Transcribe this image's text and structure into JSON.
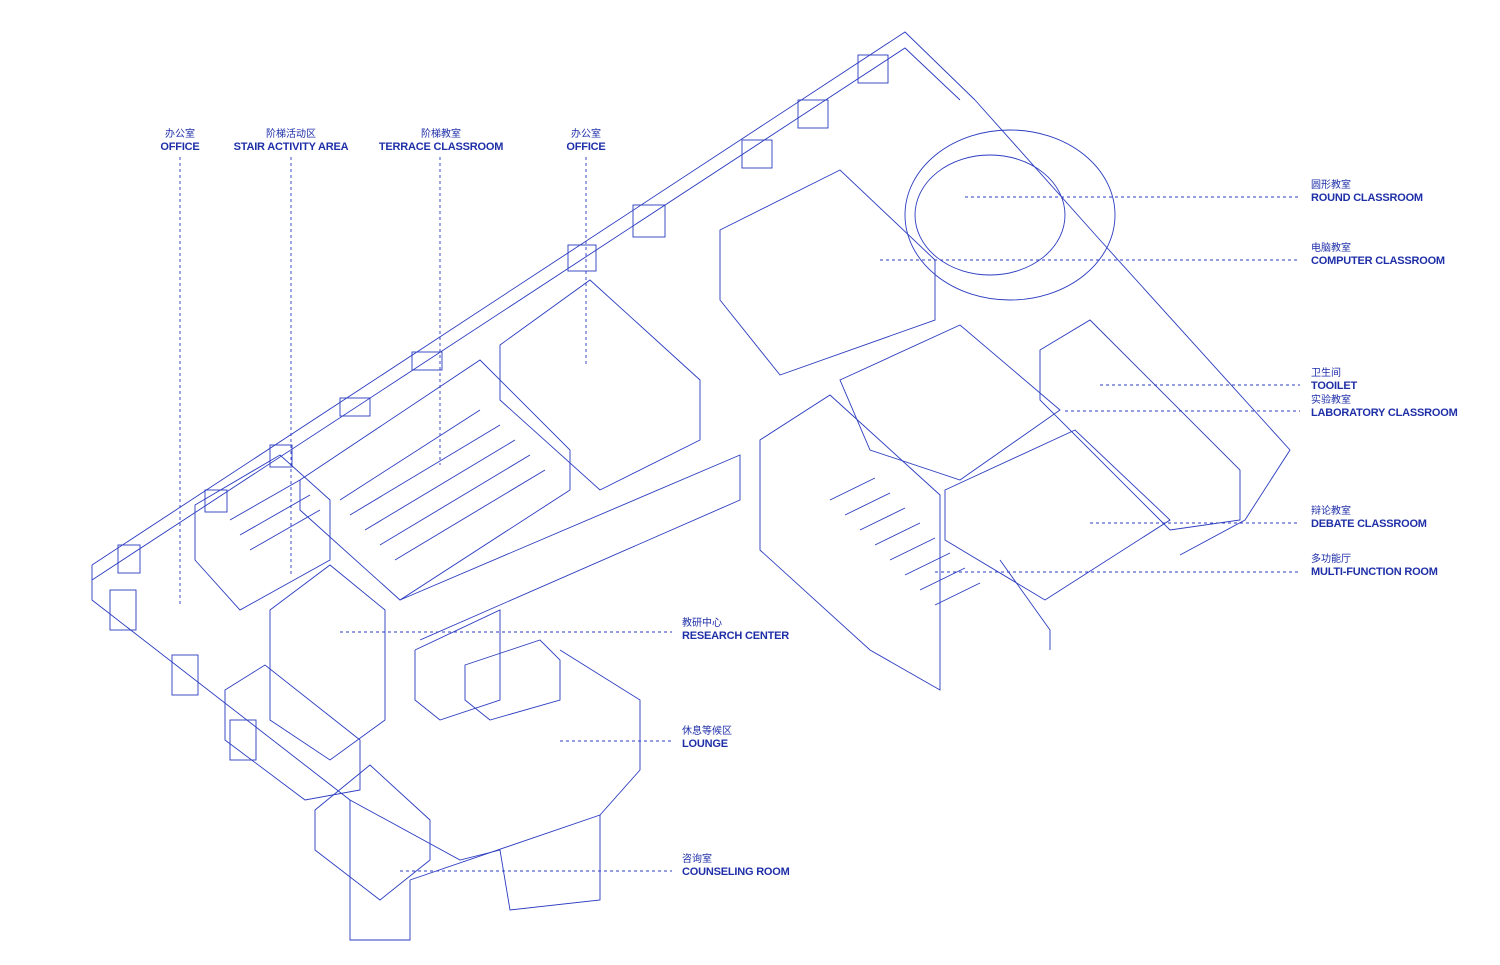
{
  "colors": {
    "line": "#2b3cc0",
    "text": "#1f2fa8",
    "background": "#ffffff"
  },
  "labels": {
    "office_left": {
      "zh": "办公室",
      "en": "OFFICE"
    },
    "stair_activity": {
      "zh": "阶梯活动区",
      "en": "STAIR ACTIVITY AREA"
    },
    "terrace_classroom": {
      "zh": "阶梯教室",
      "en": "TERRACE CLASSROOM"
    },
    "office_right": {
      "zh": "办公室",
      "en": "OFFICE"
    },
    "round_classroom": {
      "zh": "圆形教室",
      "en": "ROUND CLASSROOM"
    },
    "computer_classroom": {
      "zh": "电脑教室",
      "en": "COMPUTER CLASSROOM"
    },
    "toilet": {
      "zh": "卫生间",
      "en": "TOOILET"
    },
    "laboratory_classroom": {
      "zh": "实验教室",
      "en": "LABORATORY CLASSROOM"
    },
    "debate_classroom": {
      "zh": "辩论教室",
      "en": "DEBATE CLASSROOM"
    },
    "multi_function": {
      "zh": "多功能厅",
      "en": "MULTI-FUNCTION ROOM"
    },
    "research_center": {
      "zh": "教研中心",
      "en": "RESEARCH CENTER"
    },
    "lounge": {
      "zh": "休息等候区",
      "en": "LOUNGE"
    },
    "counseling": {
      "zh": "咨询室",
      "en": "COUNSELING ROOM"
    }
  }
}
